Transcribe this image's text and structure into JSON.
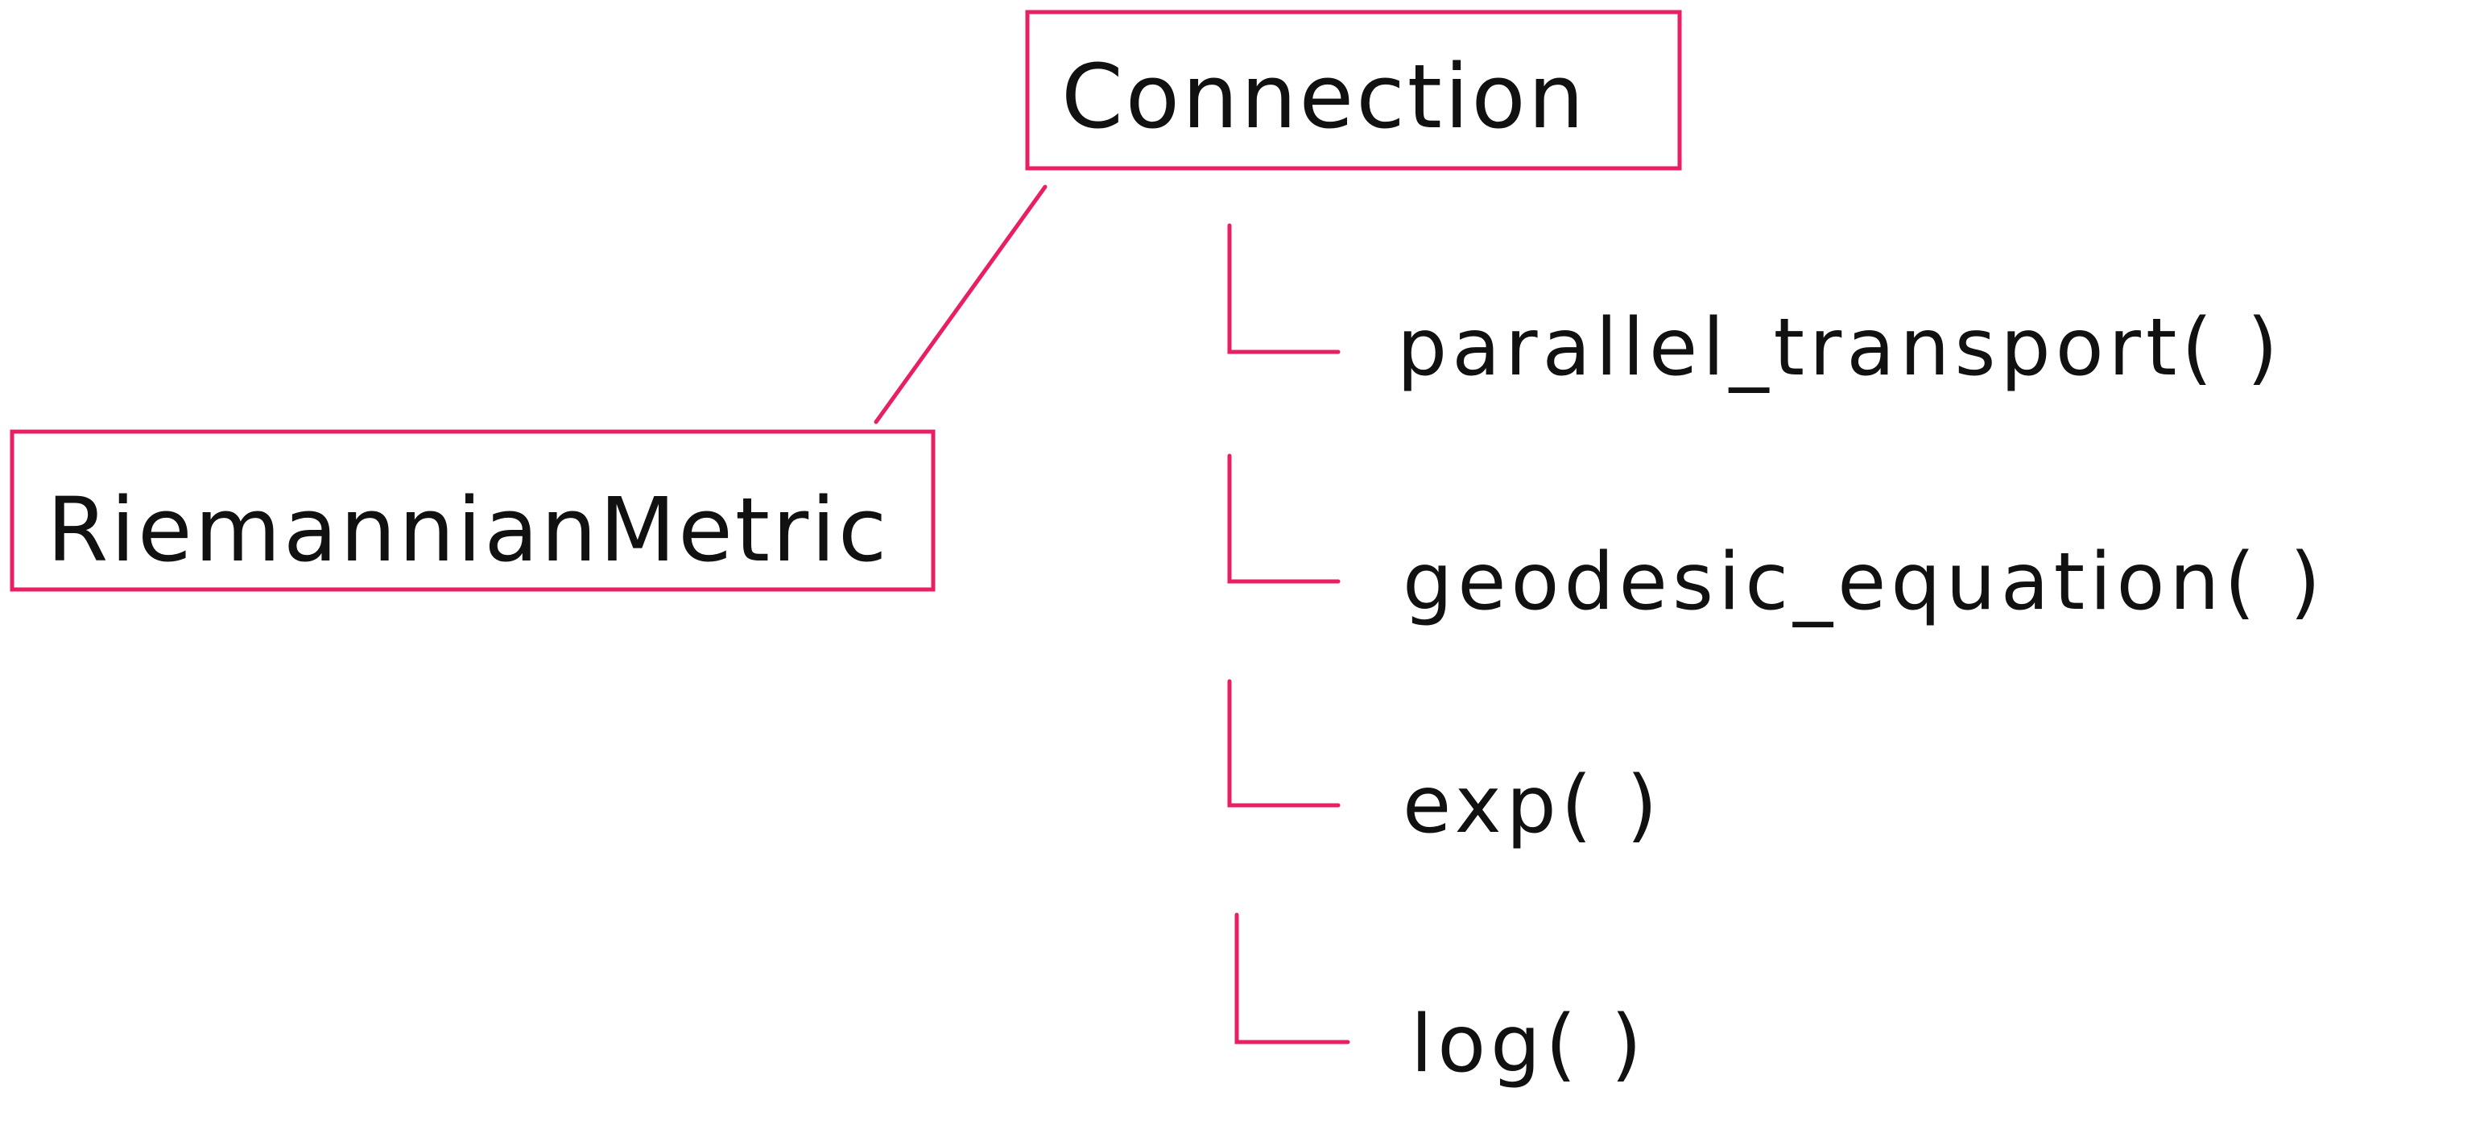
{
  "diagram": {
    "connection": {
      "label": "Connection"
    },
    "riemannian_metric": {
      "label": "RiemannianMetric"
    },
    "methods": [
      {
        "label": "parallel_transport( )"
      },
      {
        "label": "geodesic_equation( )"
      },
      {
        "label": "exp( )"
      },
      {
        "label": "log( )"
      }
    ],
    "accent_color": "#E91E63",
    "text_color": "#111111"
  }
}
